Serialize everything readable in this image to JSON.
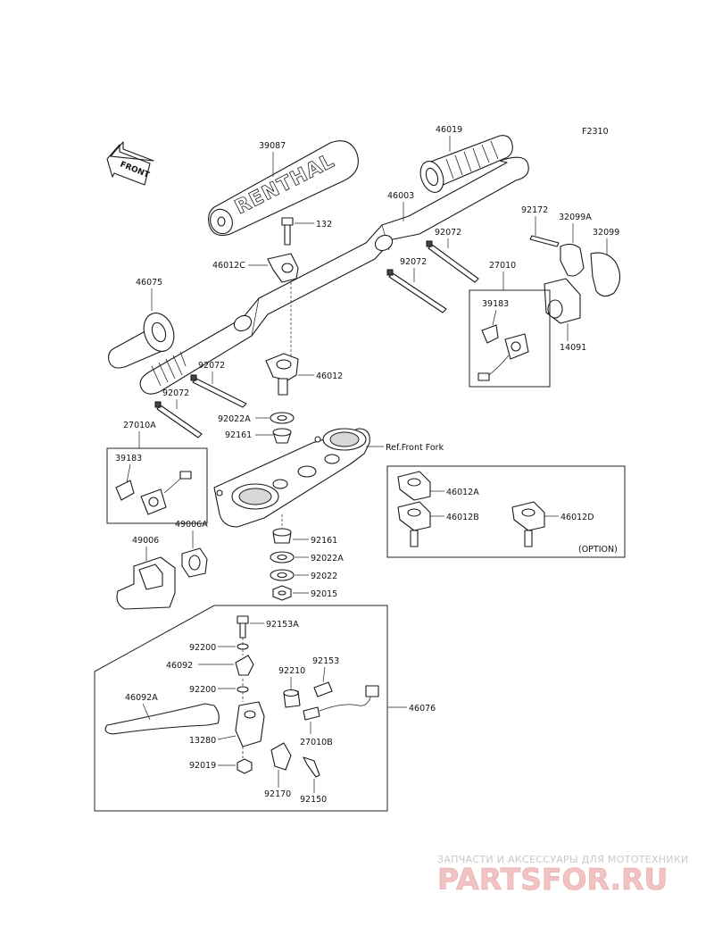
{
  "figure_code": "F2310",
  "front_arrow_text": "FRONT",
  "brand_on_pad": "RENTHAL",
  "labels": {
    "p39087": "39087",
    "p46019": "46019",
    "p46003": "46003",
    "p132": "132",
    "p46012C": "46012C",
    "p92172": "92172",
    "p32099A": "32099A",
    "p32099": "32099",
    "p92072a": "92072",
    "p92072b": "92072",
    "p27010": "27010",
    "p39183a": "39183",
    "p14091": "14091",
    "p46075": "46075",
    "p46012": "46012",
    "p92072c": "92072",
    "p92072d": "92072",
    "p92022A": "92022A",
    "p92161a": "92161",
    "p27010A": "27010A",
    "ref_front_fork": "Ref.Front Fork",
    "p39183b": "39183",
    "p46012A": "46012A",
    "p46012B": "46012B",
    "p46012D": "46012D",
    "option": "(OPTION)",
    "p49006": "49006",
    "p49006A": "49006A",
    "p92161b": "92161",
    "p92022Ab": "92022A",
    "p92022": "92022",
    "p92015": "92015",
    "p92153A": "92153A",
    "p92200a": "92200",
    "p46092": "46092",
    "p92210": "92210",
    "p92153": "92153",
    "p92200b": "92200",
    "p46076": "46076",
    "p46092A": "46092A",
    "p13280": "13280",
    "p27010B": "27010B",
    "p92019": "92019",
    "p92170": "92170",
    "p92150": "92150"
  },
  "watermark": {
    "tagline": "ЗАПЧАСТИ И АКСЕССУАРЫ ДЛЯ МОТОТЕХНИКИ",
    "logo": "PARTSFOR.RU"
  },
  "colors": {
    "line": "#1a1a1a",
    "watermark_red": "#e5a4a4",
    "watermark_grey": "#c9c9c9"
  }
}
